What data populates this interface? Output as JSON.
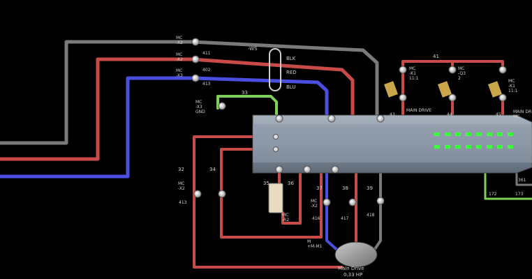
{
  "colors": {
    "background": "#000000",
    "wire_gray": "#7a7a7a",
    "wire_red": "#c84b48",
    "wire_blue": "#4a4fe0",
    "wire_green": "#7fd05a",
    "plc_body": "#8d98a6",
    "led_green": "#39ff3a"
  },
  "terminals": {
    "mc_x2": "MC\n-X2",
    "mc_x2_b": "MC\n-X2",
    "mc_x3": "MC\n-X3",
    "mc_x3_gnd": "MC\n-X3\nGND",
    "n411": "411",
    "n402": "402",
    "n413": "413"
  },
  "labels": {
    "ws": "-WS",
    "blk": "BLK",
    "red": "RED",
    "blu": "BLU",
    "n33": "33",
    "n41": "41",
    "n32": "32",
    "n34": "34",
    "n35": "35",
    "n36": "36",
    "n37": "37",
    "n38": "38",
    "n39": "39",
    "mc_x2_left": "MC\n-X2",
    "n413_left": "413",
    "mc_r2": "MC\n-R2",
    "mc_x2_mid": "MC\n-X2",
    "n416": "416",
    "n417": "417",
    "n418": "418",
    "m1_tag": "M\n+M-M1",
    "motor_name": "Main Drive",
    "motor_hp": "0.33 HP",
    "k1": "MC\n-K1\n11:1",
    "q3": "MC\n-Q3\n2",
    "k1b": "MC\n-K1\n11:1",
    "main_drive_1": "MAIN DRIVE",
    "main_drive_2": "MAIN DR\nMC",
    "n43": "43",
    "n44": "44",
    "n45": "45",
    "n172": "172",
    "n173": "173",
    "n361": "361"
  }
}
